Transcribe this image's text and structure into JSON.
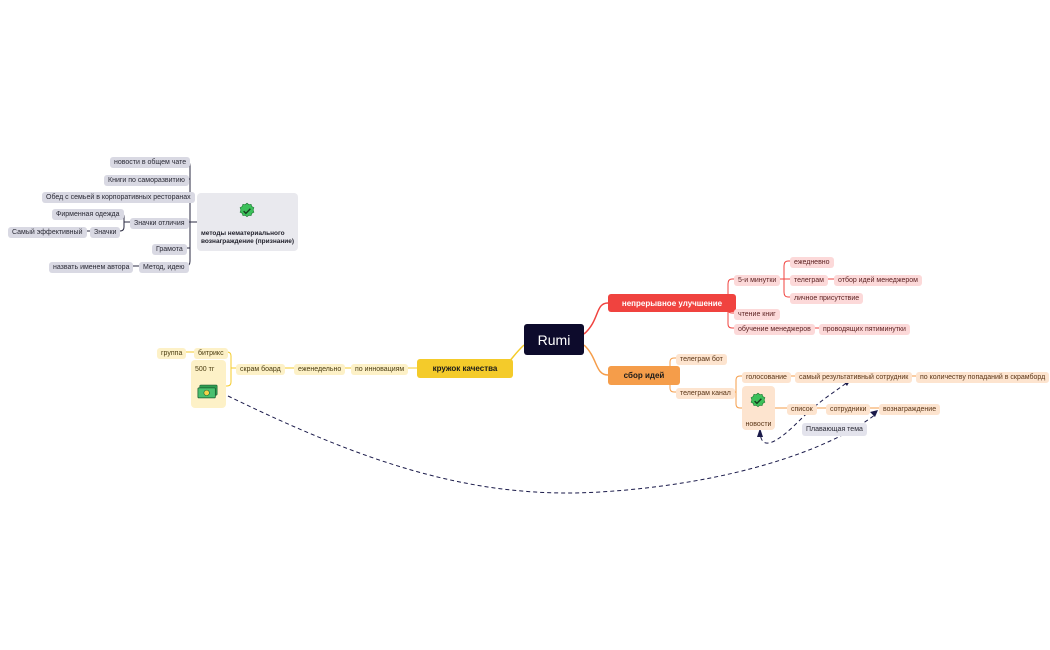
{
  "root": {
    "label": "Rumi"
  },
  "branches": {
    "improvement": {
      "label": "непрерывное улучшение"
    },
    "ideas": {
      "label": "сбор идей"
    },
    "circle": {
      "label": "кружок качества"
    }
  },
  "improvement": {
    "five_minutes": "5-и минутки",
    "daily": "ежедневно",
    "telegram": "телеграм",
    "selection": "отбор идей менеджером",
    "presence": "личное присутствие",
    "reading": "чтение книг",
    "training": "обучение менеджеров",
    "conducting": "проводящих пятиминутки"
  },
  "ideas": {
    "bot": "телеграм бот",
    "channel": "телеграм канал",
    "voting": "голосование",
    "best_employee": "самый результативный сотрудник",
    "by_count": "по количеству попаданий в скрамборд",
    "news": "новости",
    "list": "список",
    "employees": "сотрудники",
    "reward": "вознаграждение",
    "floating": "Плавающая тема"
  },
  "circle": {
    "innovations": "по инновациям",
    "weekly": "еженедельно",
    "scrum": "скрам боард",
    "bitrix": "битрикс",
    "group": "группа",
    "amount": "500 тг"
  },
  "recognition": {
    "title": "методы нематериального вознаграждение (признание)",
    "news_chat": "новости в общем чате",
    "books": "Книги по саморазвитию",
    "lunch": "Обед с семьей в корпоративных ресторанах",
    "badges_group": "Значки отличия",
    "clothes": "Фирменная одежда",
    "badges": "Значки",
    "most_effective": "Самый эффективный",
    "diploma": "Грамота",
    "method": "Метод, идею",
    "name_author": "назвать именем автора"
  },
  "colors": {
    "root": "#0d0b2c",
    "improvement": "#f0433f",
    "ideas": "#f59d4a",
    "circle": "#f4cb2a",
    "recognition": "#d9d9e3",
    "relation": "#1a1a4a"
  },
  "icons": {
    "badge": "verified-badge-icon",
    "money": "money-icon"
  }
}
